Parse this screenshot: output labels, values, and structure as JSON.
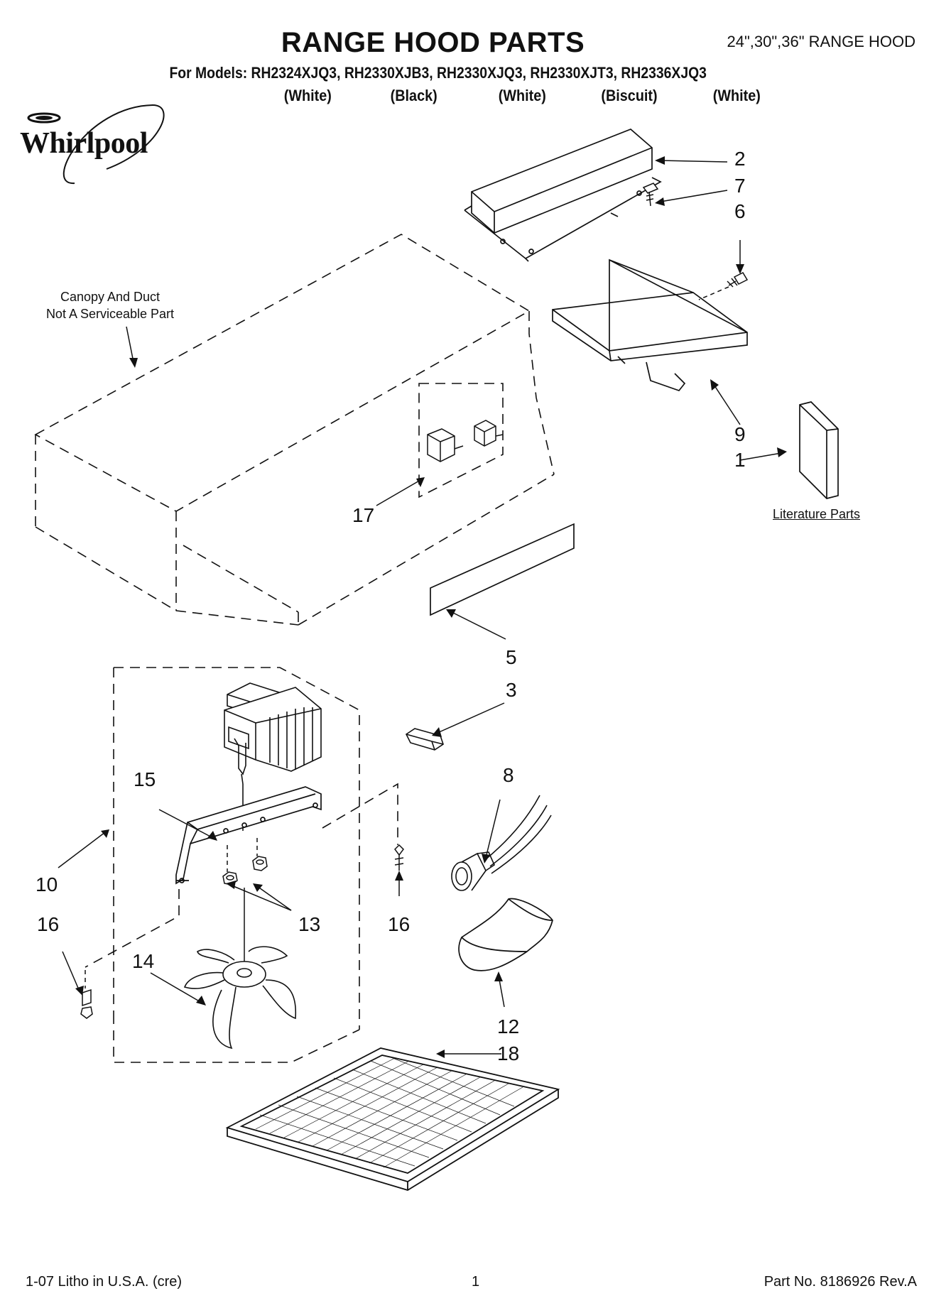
{
  "header": {
    "title": "RANGE HOOD PARTS",
    "range_label": "24\",30\",36\" RANGE HOOD",
    "models_line": "For Models: RH2324XJQ3, RH2330XJB3, RH2330XJQ3, RH2330XJT3, RH2336XJQ3",
    "colors": [
      "(White)",
      "(Black)",
      "(White)",
      "(Biscuit)",
      "(White)"
    ]
  },
  "brand": {
    "name": "Whirlpool"
  },
  "notes": {
    "canopy_line1": "Canopy And Duct",
    "canopy_line2": "Not A Serviceable Part",
    "literature": "Literature Parts"
  },
  "callouts": {
    "c1": "1",
    "c2": "2",
    "c3": "3",
    "c5": "5",
    "c6": "6",
    "c7": "7",
    "c8": "8",
    "c9": "9",
    "c10": "10",
    "c12": "12",
    "c13": "13",
    "c14": "14",
    "c15": "15",
    "c16a": "16",
    "c16b": "16",
    "c17": "17",
    "c18": "18"
  },
  "footer": {
    "left": "1-07 Litho in U.S.A. (cre)",
    "center": "1",
    "right": "Part No. 8186926 Rev.A"
  }
}
